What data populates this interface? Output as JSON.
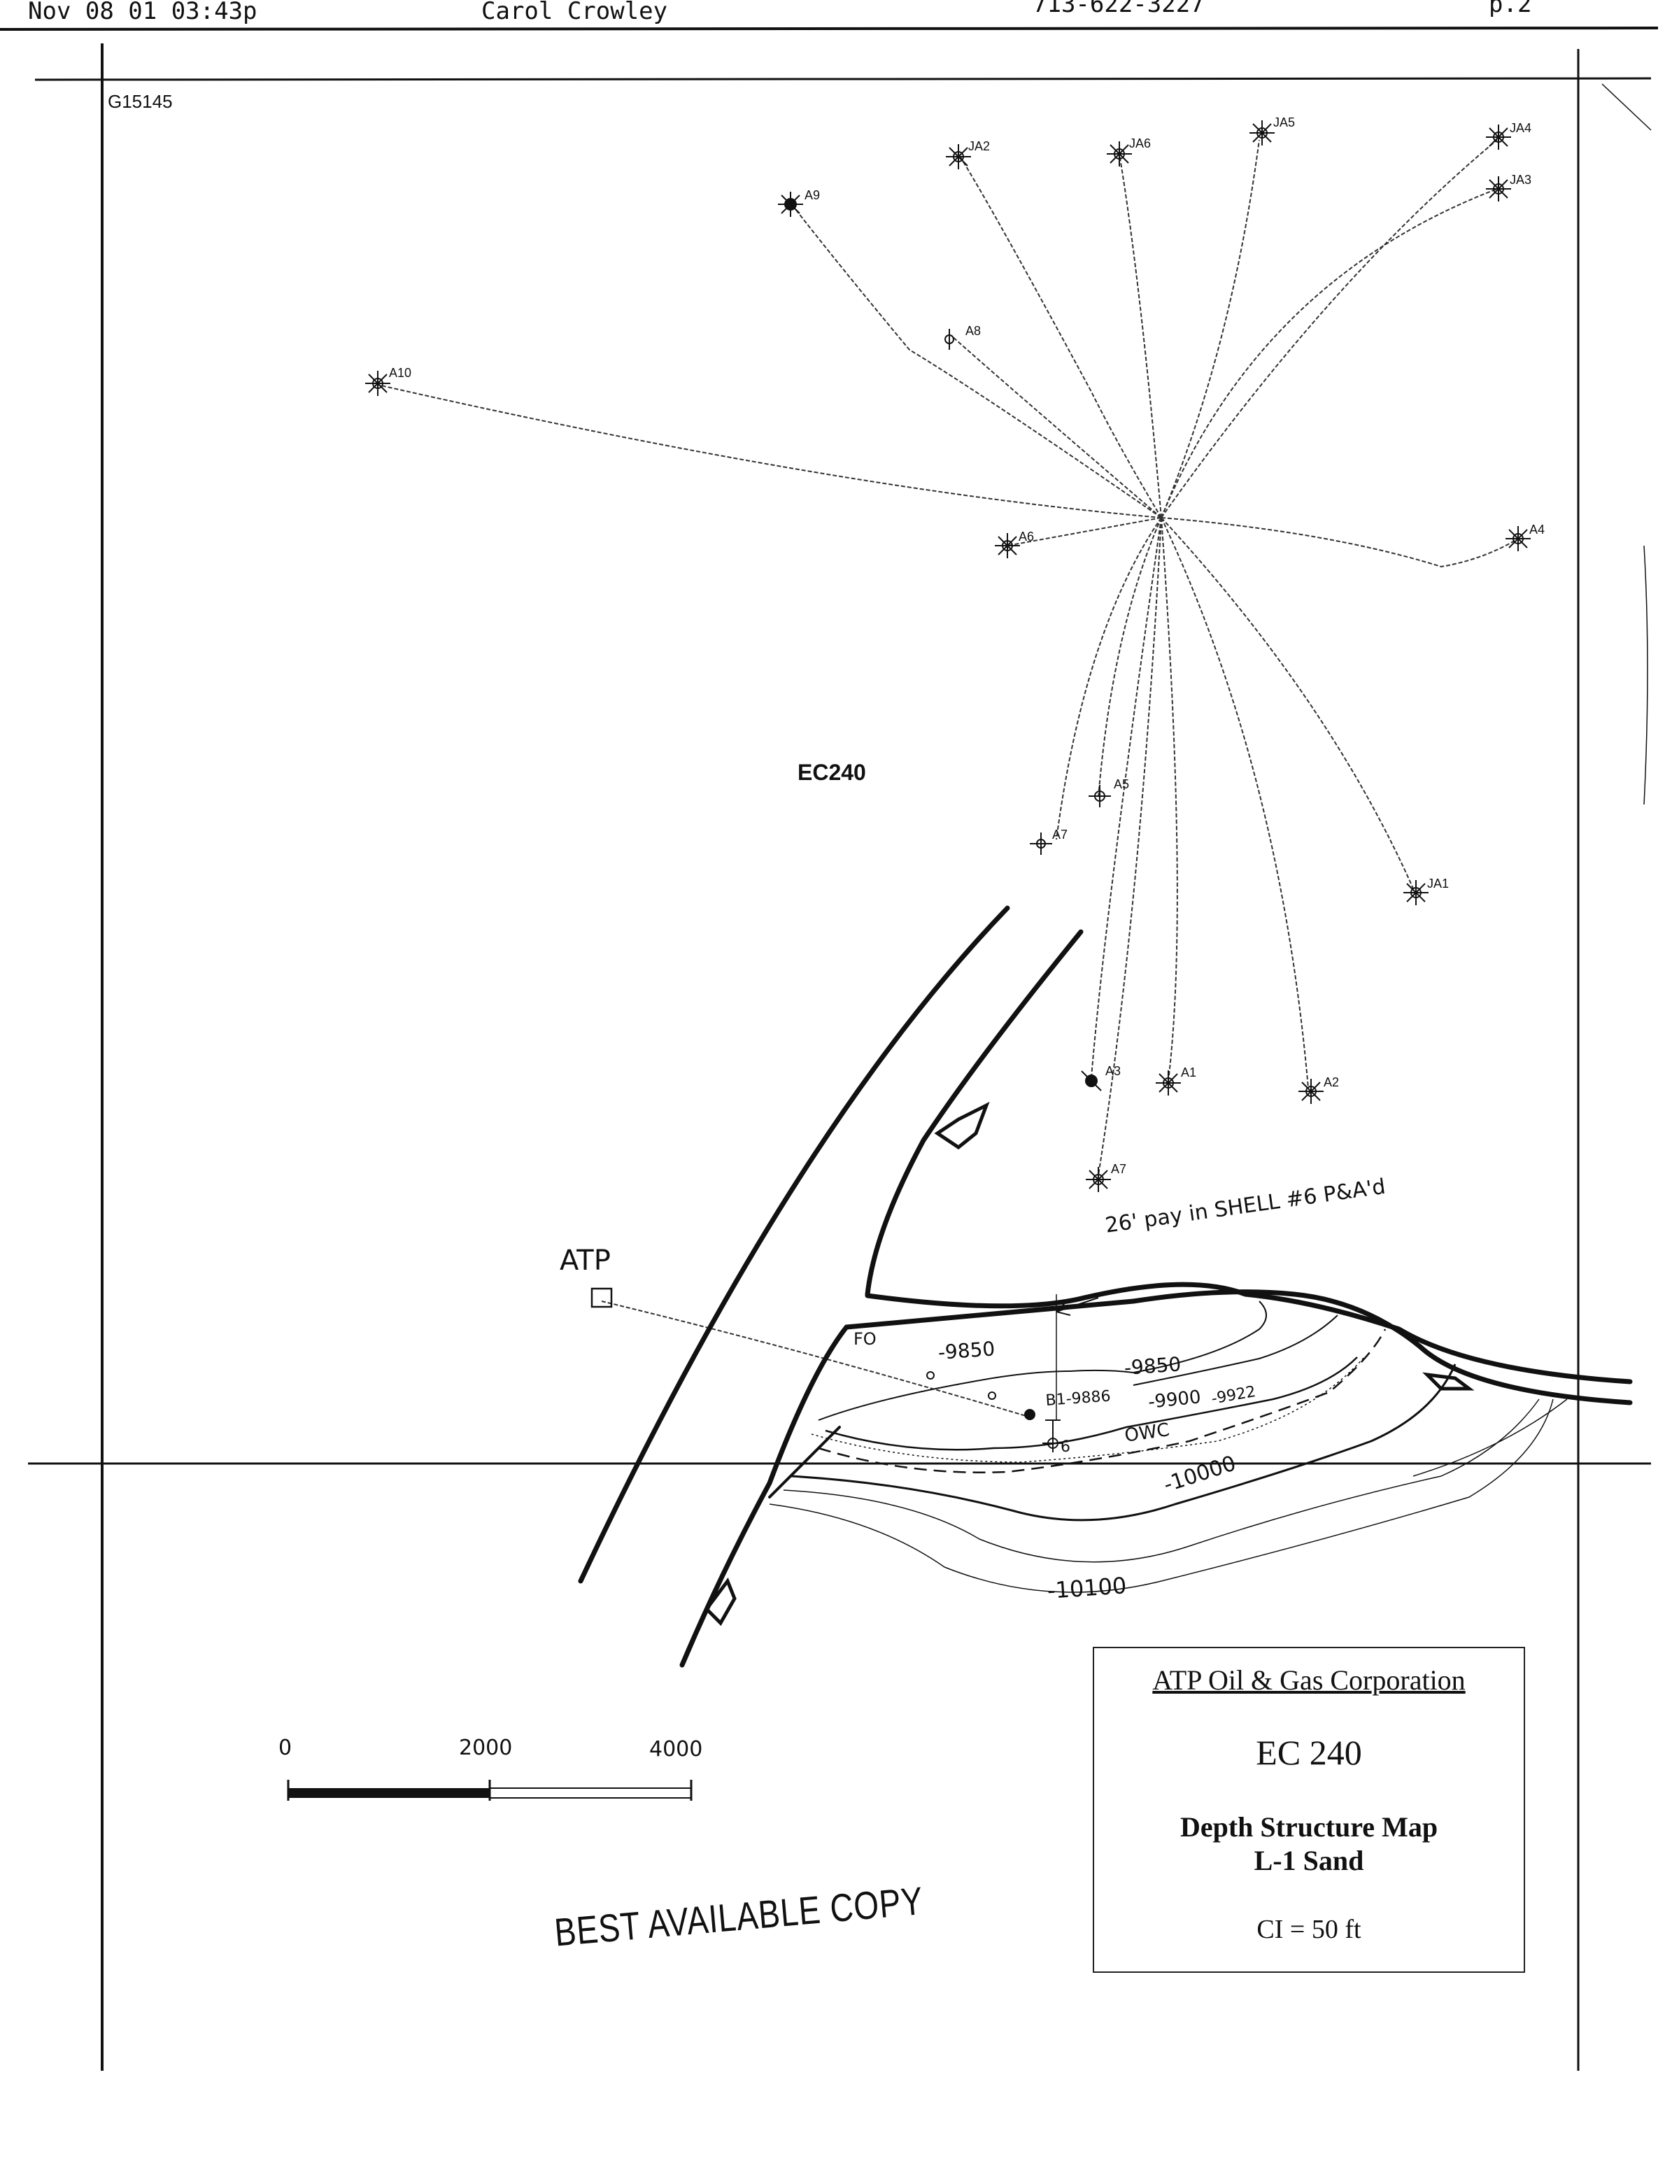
{
  "fax_header": {
    "date_time": "Nov 08 01 03:43p",
    "sender": "Carol Crowley",
    "phone": "713-622-3227",
    "page": "p.2"
  },
  "map": {
    "id_label": "G15145",
    "block_label": "EC240",
    "wells": {
      "JA2": "JA2",
      "JA6": "JA6",
      "JA5": "JA5",
      "JA4": "JA4",
      "JA3": "JA3",
      "A9": "A9",
      "A8_top": "A8",
      "A10": "A10",
      "A6": "A6",
      "A4": "A4",
      "A5": "A5",
      "A7_mid": "A7",
      "JA1": "JA1",
      "A3": "A3",
      "A1": "A1",
      "A2": "A2",
      "A7_bottom": "A7"
    },
    "annotations": {
      "atp": "ATP",
      "pay_note": "26' pay in SHELL #6 P&A'd",
      "fo": "FO",
      "contour_9850_left": "-9850",
      "contour_9850_right": "-9850",
      "well_b1": "B1-9886",
      "contour_9900": "-9900",
      "contour_9922": "-9922",
      "owc": "OWC",
      "well_6": "6",
      "contour_10000": "-10000",
      "contour_10100": "-10100"
    },
    "scale_bar": {
      "label_0": "0",
      "label_2000": "2000",
      "label_4000": "4000"
    }
  },
  "title_block": {
    "company": "ATP Oil & Gas Corporation",
    "block": "EC 240",
    "map_title_line1": "Depth Structure Map",
    "map_title_line2": "L-1 Sand",
    "contour_interval": "CI = 50 ft"
  },
  "stamp": "BEST AVAILABLE COPY"
}
